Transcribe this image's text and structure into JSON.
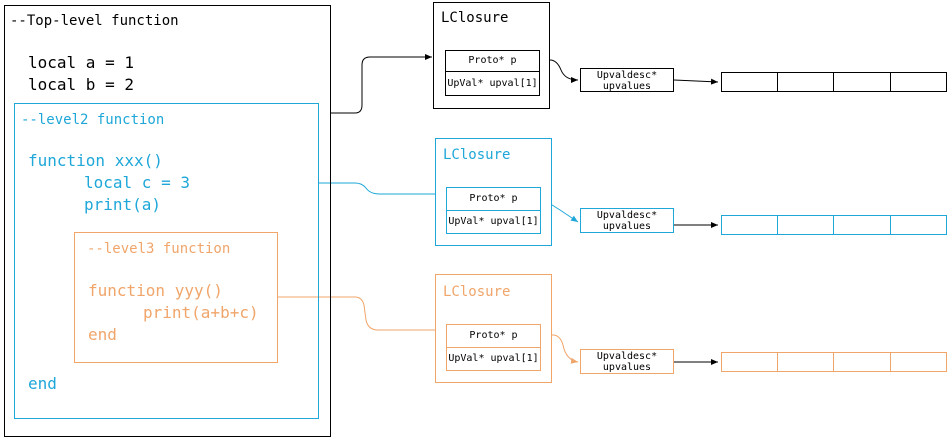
{
  "top": {
    "comment": "--Top-level function",
    "line1": "local a = 1",
    "line2": "local b = 2"
  },
  "level2": {
    "comment": "--level2 function",
    "line1": "function xxx()",
    "line2": "local c = 3",
    "line3": "print(a)",
    "end": "end"
  },
  "level3": {
    "comment": "--level3 function",
    "line1": "function yyy()",
    "line2": "print(a+b+c)",
    "end": "end"
  },
  "closures": [
    {
      "title": "LClosure",
      "proto": "Proto* p",
      "upval": "UpVal* upval[1]",
      "desc_line1": "Upvaldesc*",
      "desc_line2": "upvalues",
      "color": "#000000"
    },
    {
      "title": "LClosure",
      "proto": "Proto* p",
      "upval": "UpVal* upval[1]",
      "desc_line1": "Upvaldesc*",
      "desc_line2": "upvalues",
      "color": "#1ea7d8"
    },
    {
      "title": "LClosure",
      "proto": "Proto* p",
      "upval": "UpVal* upval[1]",
      "desc_line1": "Upvaldesc*",
      "desc_line2": "upvalues",
      "color": "#f0a56a"
    }
  ],
  "colors": {
    "black": "#000000",
    "blue": "#1ea7d8",
    "orange": "#f0a56a"
  }
}
